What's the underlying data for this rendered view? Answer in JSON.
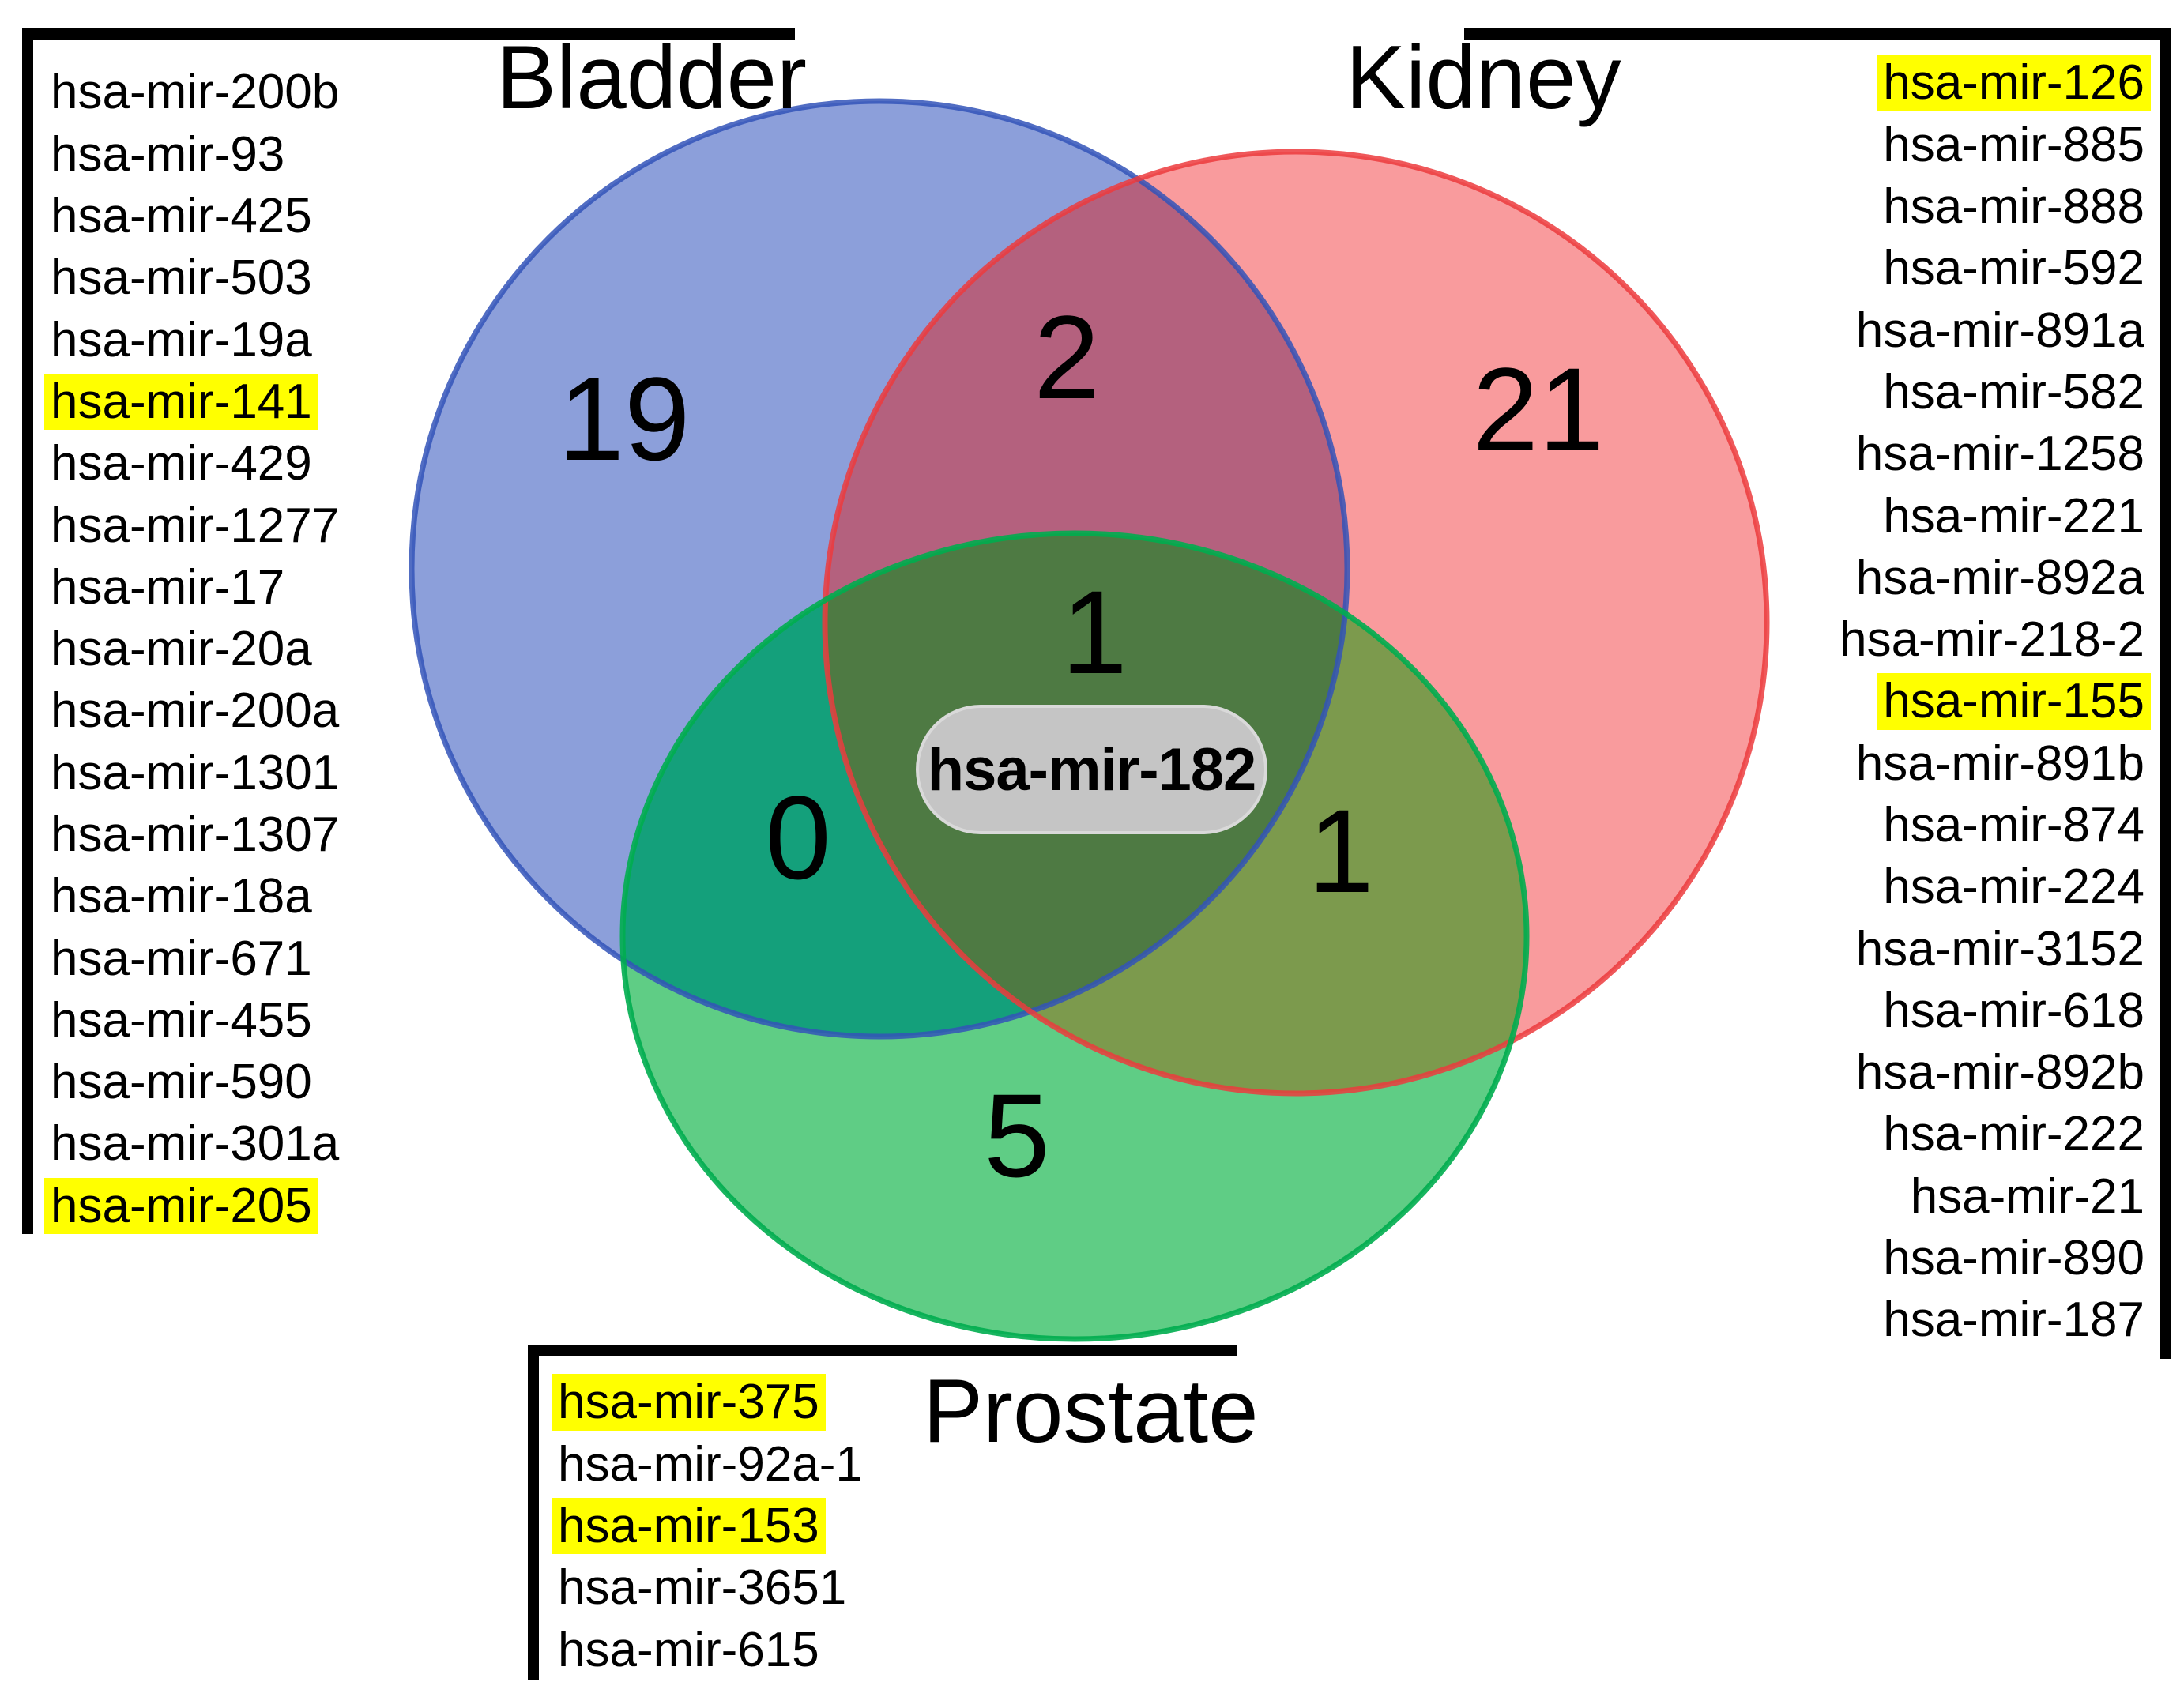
{
  "venn": {
    "center_label": "hsa-mir-182",
    "counts": {
      "bladder_only": "19",
      "kidney_only": "21",
      "prostate_only": "5",
      "bladder_kidney": "2",
      "bladder_prostate": "0",
      "kidney_prostate": "1",
      "all_three": "1"
    }
  },
  "sets": {
    "bladder": {
      "title": "Bladder",
      "items": [
        {
          "label": "hsa-mir-200b",
          "highlighted": false
        },
        {
          "label": "hsa-mir-93",
          "highlighted": false
        },
        {
          "label": "hsa-mir-425",
          "highlighted": false
        },
        {
          "label": "hsa-mir-503",
          "highlighted": false
        },
        {
          "label": "hsa-mir-19a",
          "highlighted": false
        },
        {
          "label": "hsa-mir-141",
          "highlighted": true
        },
        {
          "label": "hsa-mir-429",
          "highlighted": false
        },
        {
          "label": "hsa-mir-1277",
          "highlighted": false
        },
        {
          "label": "hsa-mir-17",
          "highlighted": false
        },
        {
          "label": "hsa-mir-20a",
          "highlighted": false
        },
        {
          "label": "hsa-mir-200a",
          "highlighted": false
        },
        {
          "label": "hsa-mir-1301",
          "highlighted": false
        },
        {
          "label": "hsa-mir-1307",
          "highlighted": false
        },
        {
          "label": "hsa-mir-18a",
          "highlighted": false
        },
        {
          "label": "hsa-mir-671",
          "highlighted": false
        },
        {
          "label": "hsa-mir-455",
          "highlighted": false
        },
        {
          "label": "hsa-mir-590",
          "highlighted": false
        },
        {
          "label": "hsa-mir-301a",
          "highlighted": false
        },
        {
          "label": "hsa-mir-205",
          "highlighted": true
        }
      ]
    },
    "kidney": {
      "title": "Kidney",
      "items": [
        {
          "label": "hsa-mir-126",
          "highlighted": true
        },
        {
          "label": "hsa-mir-885",
          "highlighted": false
        },
        {
          "label": "hsa-mir-888",
          "highlighted": false
        },
        {
          "label": "hsa-mir-592",
          "highlighted": false
        },
        {
          "label": "hsa-mir-891a",
          "highlighted": false
        },
        {
          "label": "hsa-mir-582",
          "highlighted": false
        },
        {
          "label": "hsa-mir-1258",
          "highlighted": false
        },
        {
          "label": "hsa-mir-221",
          "highlighted": false
        },
        {
          "label": "hsa-mir-892a",
          "highlighted": false
        },
        {
          "label": "hsa-mir-218-2",
          "highlighted": false
        },
        {
          "label": "hsa-mir-155",
          "highlighted": true
        },
        {
          "label": "hsa-mir-891b",
          "highlighted": false
        },
        {
          "label": "hsa-mir-874",
          "highlighted": false
        },
        {
          "label": "hsa-mir-224",
          "highlighted": false
        },
        {
          "label": "hsa-mir-3152",
          "highlighted": false
        },
        {
          "label": "hsa-mir-618",
          "highlighted": false
        },
        {
          "label": "hsa-mir-892b",
          "highlighted": false
        },
        {
          "label": "hsa-mir-222",
          "highlighted": false
        },
        {
          "label": "hsa-mir-21",
          "highlighted": false
        },
        {
          "label": "hsa-mir-890",
          "highlighted": false
        },
        {
          "label": "hsa-mir-187",
          "highlighted": false
        }
      ]
    },
    "prostate": {
      "title": "Prostate",
      "items": [
        {
          "label": "hsa-mir-375",
          "highlighted": true
        },
        {
          "label": "hsa-mir-92a-1",
          "highlighted": false
        },
        {
          "label": "hsa-mir-153",
          "highlighted": true
        },
        {
          "label": "hsa-mir-3651",
          "highlighted": false
        },
        {
          "label": "hsa-mir-615",
          "highlighted": false
        }
      ]
    }
  },
  "colors": {
    "bladder_fill": "#8C9FDA",
    "bladder_stroke": "#3353B8",
    "kidney_fill": "#F99B9D",
    "kidney_stroke": "#EC3B3D",
    "prostate_fill": "#5FCD85",
    "prostate_stroke": "#00AD4F",
    "bladder_kidney_fill": "#B4617E",
    "bladder_prostate_fill": "#14A07B",
    "kidney_prostate_fill": "#7C9A4D",
    "all_three_fill": "#4E7A43",
    "highlight": "#FFFF00",
    "center_pill_fill": "#C5C5C5",
    "center_pill_border": "#D9D9D9"
  }
}
